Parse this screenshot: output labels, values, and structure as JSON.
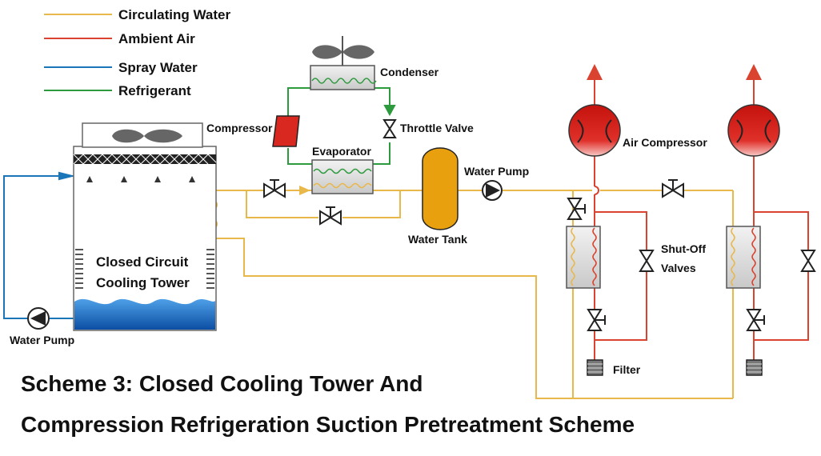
{
  "legend": [
    {
      "label": "Circulating Water",
      "color": "#e8b84a"
    },
    {
      "label": "Ambient Air",
      "color": "#d9432f"
    },
    {
      "label": "Spray Water",
      "color": "#1a76b8"
    },
    {
      "label": "Refrigerant",
      "color": "#2e9a3e"
    }
  ],
  "labels": {
    "condenser": "Condenser",
    "compressor": "Compressor",
    "throttle_valve": "Throttle Valve",
    "evaporator": "Evaporator",
    "water_tank": "Water Tank",
    "water_pump_main": "Water Pump",
    "water_pump_spray": "Water Pump",
    "air_compressor": "Air Compressor",
    "shutoff_line1": "Shut-Off",
    "shutoff_line2": "Valves",
    "filter": "Filter",
    "tower_line1": "Closed Circuit",
    "tower_line2": "Cooling Tower"
  },
  "title": {
    "line1": "Scheme 3: Closed Cooling Tower And",
    "line2": "Compression Refrigeration Suction Pretreatment Scheme"
  },
  "colors": {
    "circulating": "#e8b84a",
    "ambient": "#d9432f",
    "spray": "#1a76b8",
    "refrigerant": "#2e9a3e",
    "tank": "#e9a00e",
    "air_compressor": "#d8281f",
    "basin": "#1565c0"
  }
}
